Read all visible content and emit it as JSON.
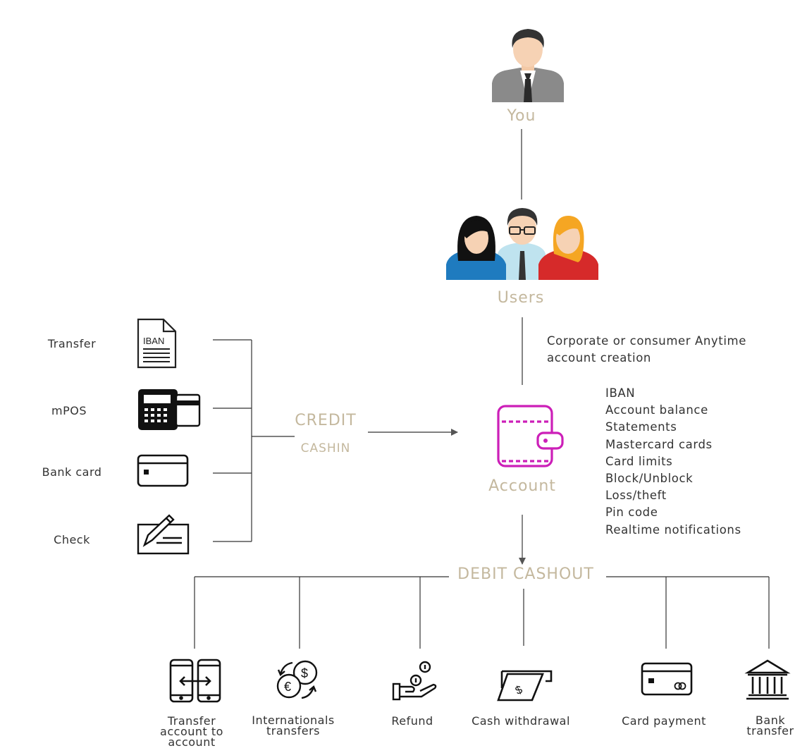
{
  "you": {
    "label": "You"
  },
  "users": {
    "label": "Users",
    "note": "Corporate or consumer Anytime\naccount creation"
  },
  "account": {
    "label": "Account",
    "features": [
      "IBAN",
      "Account balance",
      "Statements",
      "Mastercard cards",
      "Card limits",
      "Block/Unblock",
      "Loss/theft",
      "Pin code",
      "Realtime notifications"
    ]
  },
  "credit": {
    "title": "CREDIT",
    "subtitle": "CASHIN",
    "sources": [
      {
        "label": "Transfer",
        "icon": "iban-document-icon",
        "icon_text": "IBAN"
      },
      {
        "label": "mPOS",
        "icon": "mpos-terminal-icon"
      },
      {
        "label": "Bank card",
        "icon": "bank-card-icon"
      },
      {
        "label": "Check",
        "icon": "check-pen-icon"
      }
    ]
  },
  "debit": {
    "title": "DEBIT CASHOUT",
    "targets": [
      {
        "label": "Transfer\naccount to\naccount",
        "icon": "phone-transfer-icon"
      },
      {
        "label": "Internationals\ntransfers",
        "icon": "currency-exchange-icon"
      },
      {
        "label": "Refund",
        "icon": "refund-hand-coins-icon"
      },
      {
        "label": "Cash withdrawal",
        "icon": "atm-cash-icon"
      },
      {
        "label": "Card payment",
        "icon": "card-payment-icon"
      },
      {
        "label": "Bank\ntransfer",
        "icon": "bank-building-icon"
      }
    ]
  },
  "colors": {
    "accent_gold": "#c4b89e",
    "wallet_magenta": "#cc1fb8",
    "line": "#333333"
  }
}
